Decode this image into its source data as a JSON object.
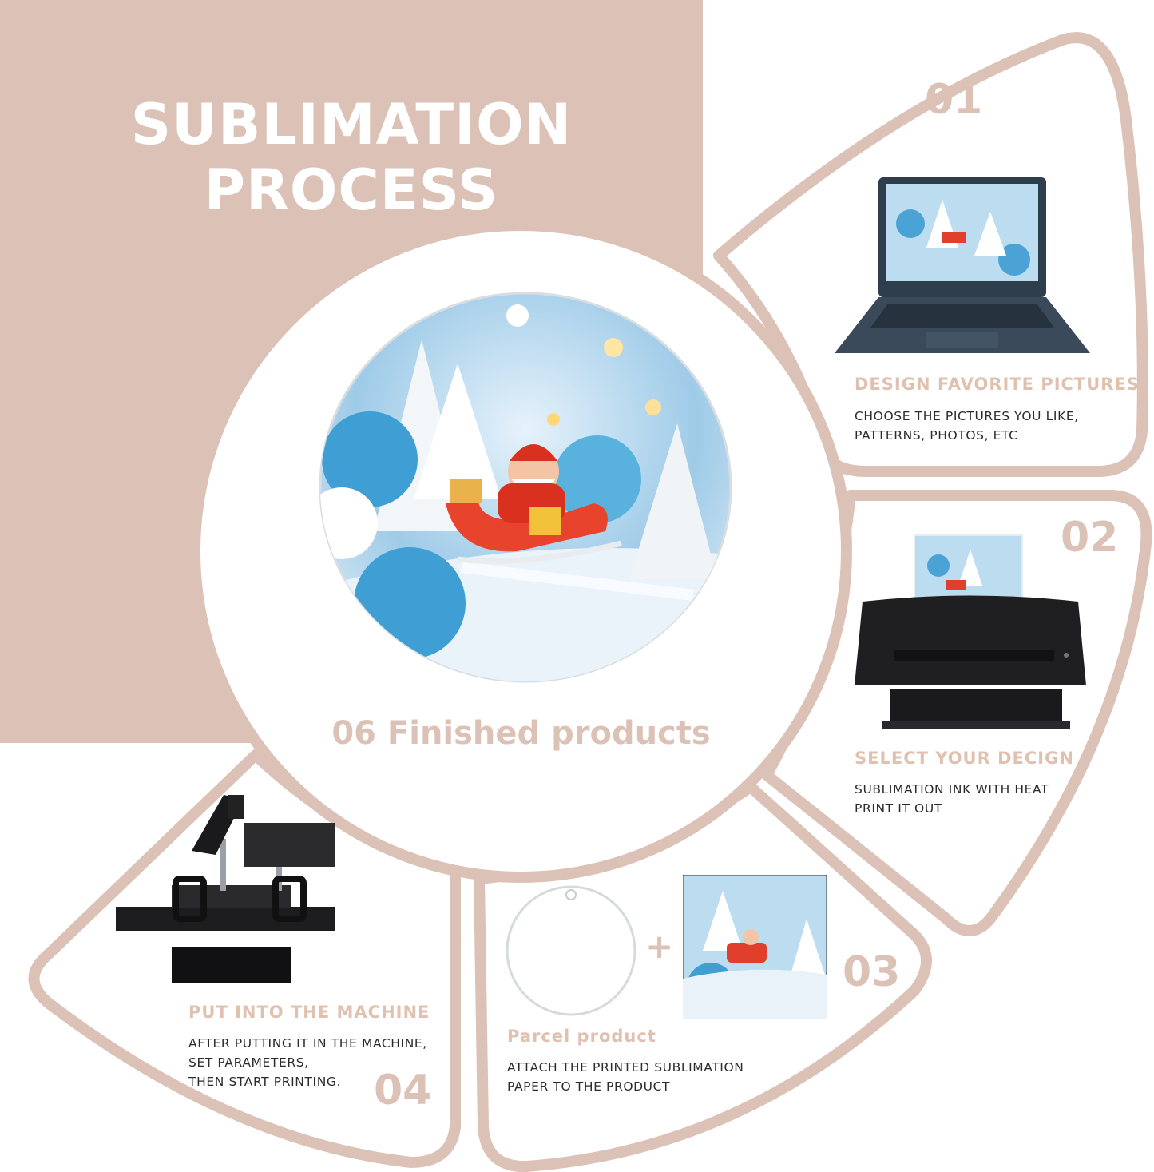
{
  "title": "SUBLIMATION PROCESS",
  "center": {
    "caption": "06 Finished products",
    "image": "santa-sleigh-ornament"
  },
  "steps": [
    {
      "number": "01",
      "heading": "DESIGN FAVORITE PICTURES",
      "lines": [
        "CHOOSE THE PICTURES YOU LIKE,",
        "PATTERNS, PHOTOS, ETC"
      ],
      "image": "laptop"
    },
    {
      "number": "02",
      "heading": "SELECT YOUR DECIGN",
      "lines": [
        "SUBLIMATION INK WITH HEAT",
        "PRINT IT OUT"
      ],
      "image": "printer"
    },
    {
      "number": "03",
      "heading": "Parcel product",
      "lines": [
        "ATTACH THE PRINTED SUBLIMATION",
        "PAPER TO THE PRODUCT"
      ],
      "image": "blank-ornament-plus-print",
      "plus": "+"
    },
    {
      "number": "04",
      "heading": "PUT INTO THE MACHINE",
      "lines": [
        "AFTER PUTTING IT IN THE MACHINE,",
        "SET PARAMETERS,",
        "THEN START PRINTING."
      ],
      "image": "heat-press"
    }
  ],
  "colors": {
    "accent": "#dcc2b6",
    "heading": "#e0c0ae",
    "text": "#2b2b2b"
  }
}
